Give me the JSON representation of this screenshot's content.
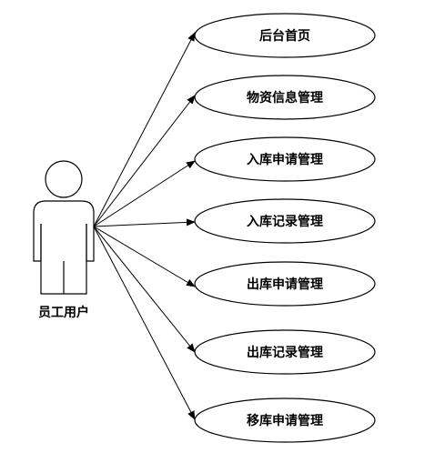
{
  "actor": {
    "name": "员工用户"
  },
  "use_cases": [
    {
      "label": "后台首页"
    },
    {
      "label": "物资信息管理"
    },
    {
      "label": "入库申请管理"
    },
    {
      "label": "入库记录管理"
    },
    {
      "label": "出库申请管理"
    },
    {
      "label": "出库记录管理"
    },
    {
      "label": "移库申请管理"
    }
  ],
  "colors": {
    "stroke": "#000000",
    "fill": "#ffffff",
    "text": "#000000"
  }
}
